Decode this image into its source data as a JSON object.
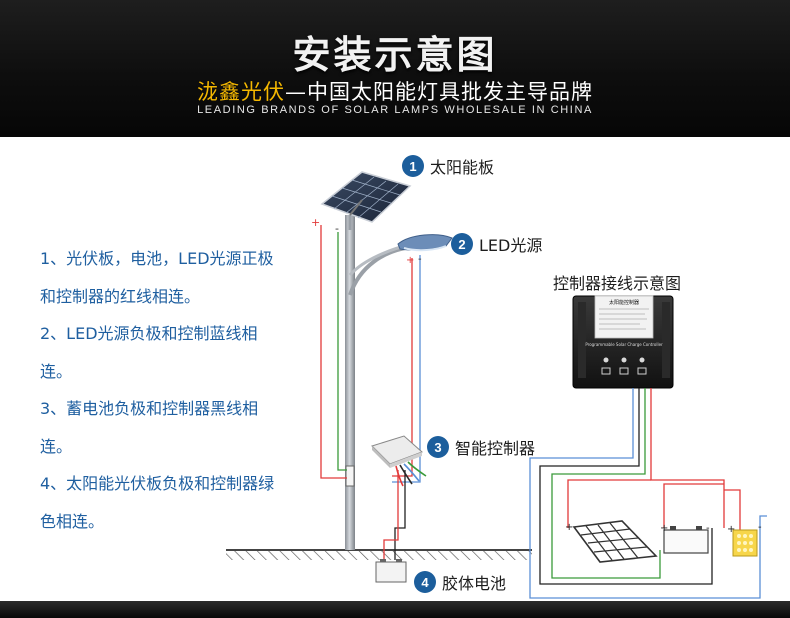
{
  "header": {
    "title": "安装示意图",
    "brand": "泷鑫光伏",
    "slogan": "—中国太阳能灯具批发主导品牌",
    "tagline": "LEADING BRANDS OF SOLAR LAMPS WHOLESALE IN CHINA"
  },
  "notes": [
    "1、光伏板，电池，LED光源正极和控制器的红线相连。",
    "2、LED光源负极和控制蓝线相连。",
    "3、蓄电池负极和控制器黑线相连。",
    "4、太阳能光伏板负极和控制器绿色相连。"
  ],
  "callouts": [
    {
      "num": "1",
      "label": "太阳能板"
    },
    {
      "num": "2",
      "label": "LED光源"
    },
    {
      "num": "3",
      "label": "智能控制器"
    },
    {
      "num": "4",
      "label": "胶体电池"
    }
  ],
  "controller_diagram_title": "控制器接线示意图",
  "controller_panel": {
    "title": "太阳能控制器",
    "subtitle": "Programmable\nSolar Charge Controller"
  },
  "polarity": {
    "plus": "+",
    "minus": "-"
  },
  "colors": {
    "red_wire": "#e23a3a",
    "blue_wire": "#5a8fd6",
    "green_wire": "#3a9a3a",
    "black_wire": "#222222",
    "callout_badge": "#1c5e9c",
    "notes_text": "#1f5fa0"
  }
}
